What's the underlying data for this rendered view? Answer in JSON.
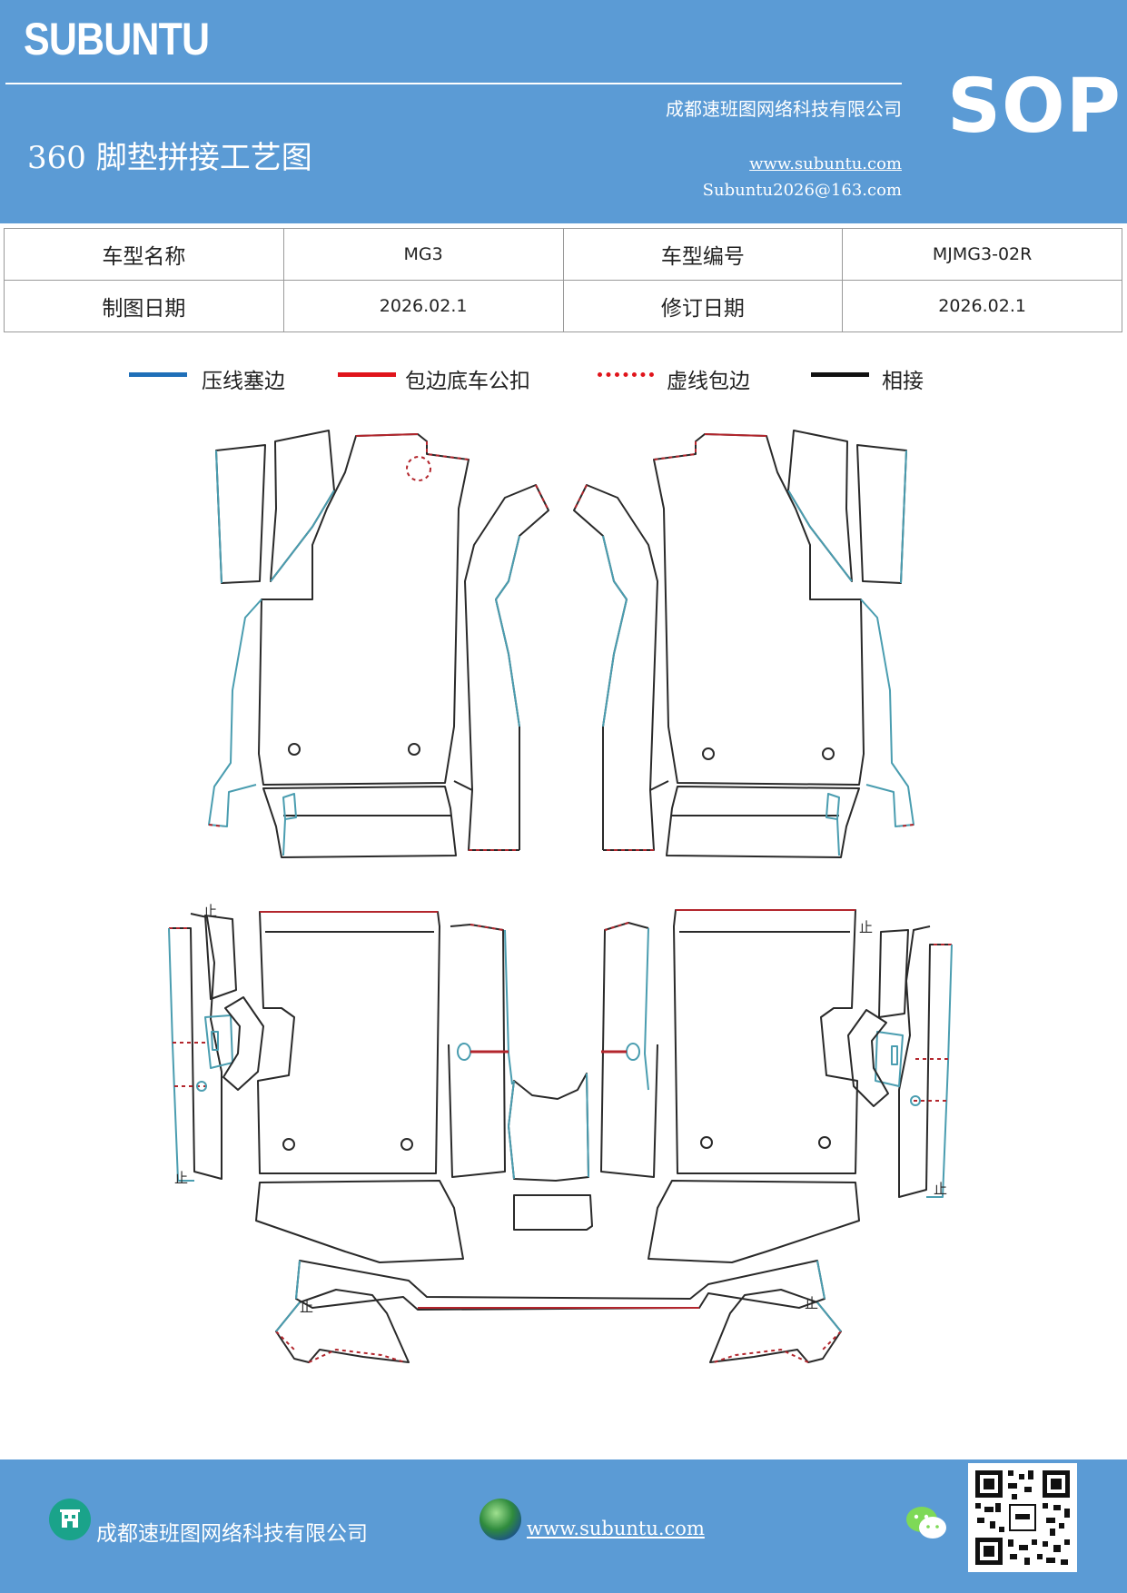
{
  "header": {
    "brand": "SUBUNTU",
    "company": "成都速班图网络科技有限公司",
    "title": "360 脚垫拼接工艺图",
    "website": "www.subuntu.com",
    "email": "Subuntu2026@163.com",
    "badge": "SOP"
  },
  "info_table": {
    "model_name_label": "车型名称",
    "model_name": "MG3",
    "model_code_label": "车型编号",
    "model_code": "MJMG3-02R",
    "draw_date_label": "制图日期",
    "draw_date": "2026.02.1",
    "revise_date_label": "修订日期",
    "revise_date": "2026.02.1"
  },
  "legend": [
    {
      "label": "压线塞边",
      "color": "#1f6fb8",
      "style": "solid"
    },
    {
      "label": "包边底车公扣",
      "color": "#e0141b",
      "style": "solid"
    },
    {
      "label": "虚线包边",
      "color": "#e0141b",
      "style": "dotted"
    },
    {
      "label": "相接",
      "color": "#111111",
      "style": "solid"
    }
  ],
  "drawing": {
    "marks": [
      "止",
      "止",
      "止",
      "止",
      "止",
      "止"
    ]
  },
  "footer": {
    "company": "成都速班图网络科技有限公司",
    "website": "www.subuntu.com",
    "icons": [
      "building-icon",
      "globe-icon",
      "wechat-icon",
      "qr-code"
    ]
  },
  "colors": {
    "header_bg": "#5b9bd5",
    "outline": "#2a2a2a",
    "edge_blue": "#4a9db0",
    "edge_red": "#b3262d"
  }
}
